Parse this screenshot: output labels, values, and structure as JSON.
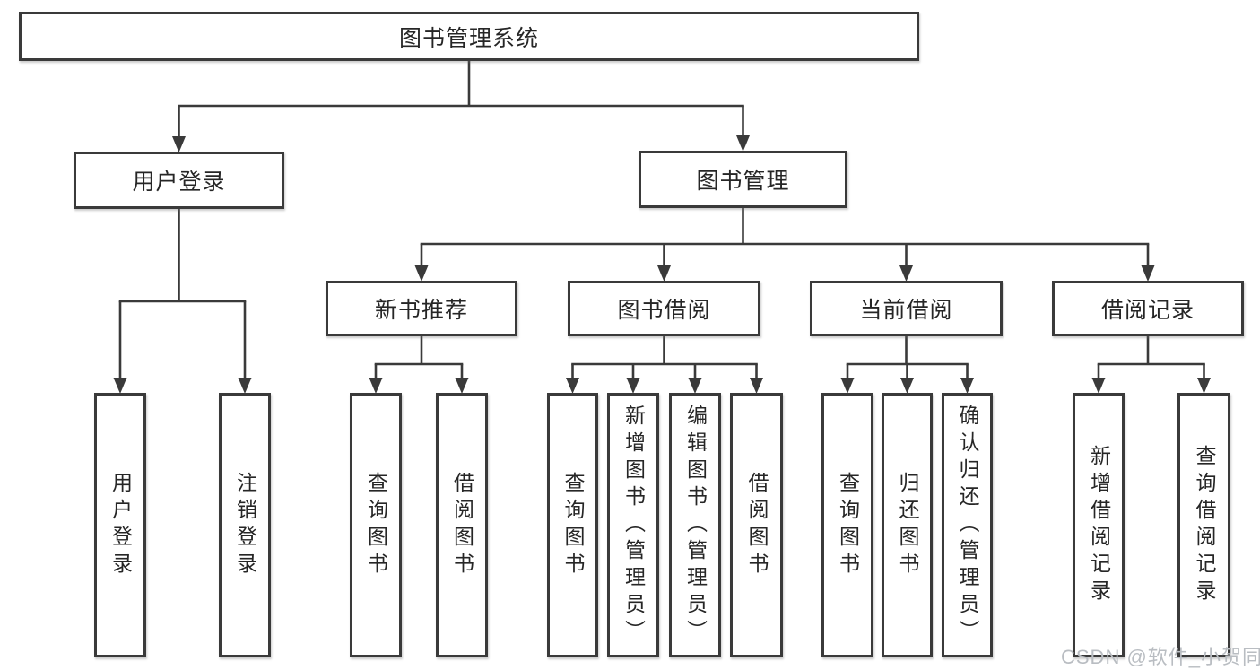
{
  "diagram": {
    "type": "hierarchy",
    "title": "图书管理系统",
    "watermark": "CSDN @软件_小贺同学",
    "colors": {
      "background": "#ffffff",
      "line": "#3a3a3a",
      "box_border": "#3a3a3a",
      "text": "#262626",
      "watermark": "#b9bdc2"
    },
    "nodes": [
      {
        "id": "root",
        "label": "图书管理系统",
        "parent": null,
        "level": 1
      },
      {
        "id": "user-login",
        "label": "用户登录",
        "parent": "root",
        "level": 2
      },
      {
        "id": "book-management",
        "label": "图书管理",
        "parent": "root",
        "level": 2
      },
      {
        "id": "new-book-recommend",
        "label": "新书推荐",
        "parent": "book-management",
        "level": 3
      },
      {
        "id": "book-borrowing",
        "label": "图书借阅",
        "parent": "book-management",
        "level": 3
      },
      {
        "id": "current-borrowing",
        "label": "当前借阅",
        "parent": "book-management",
        "level": 3
      },
      {
        "id": "borrowing-records",
        "label": "借阅记录",
        "parent": "book-management",
        "level": 3
      },
      {
        "id": "login-leaf",
        "label": "用户登录",
        "parent": "user-login",
        "level": 4
      },
      {
        "id": "logout-leaf",
        "label": "注销登录",
        "parent": "user-login",
        "level": 4
      },
      {
        "id": "recommend-query-books",
        "label": "查询图书",
        "parent": "new-book-recommend",
        "level": 4
      },
      {
        "id": "recommend-borrow-books",
        "label": "借阅图书",
        "parent": "new-book-recommend",
        "level": 4
      },
      {
        "id": "borrowing-query-books",
        "label": "查询图书",
        "parent": "book-borrowing",
        "level": 4
      },
      {
        "id": "borrowing-add-books",
        "label": "新增图书（管理员）",
        "parent": "book-borrowing",
        "level": 4
      },
      {
        "id": "borrowing-edit-books",
        "label": "编辑图书（管理员）",
        "parent": "book-borrowing",
        "level": 4
      },
      {
        "id": "borrowing-borrow-books",
        "label": "借阅图书",
        "parent": "book-borrowing",
        "level": 4
      },
      {
        "id": "current-query-books",
        "label": "查询图书",
        "parent": "current-borrowing",
        "level": 4
      },
      {
        "id": "current-return-books",
        "label": "归还图书",
        "parent": "current-borrowing",
        "level": 4
      },
      {
        "id": "current-confirm-return",
        "label": "确认归还（管理员）",
        "parent": "current-borrowing",
        "level": 4
      },
      {
        "id": "records-add-record",
        "label": "新增借阅记录",
        "parent": "borrowing-records",
        "level": 4
      },
      {
        "id": "records-query-record",
        "label": "查询借阅记录",
        "parent": "borrowing-records",
        "level": 4
      }
    ]
  }
}
